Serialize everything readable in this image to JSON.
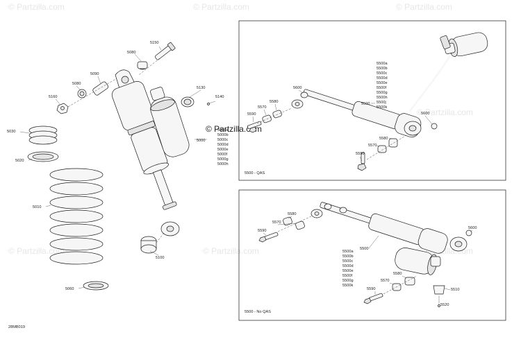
{
  "watermark": {
    "text": "© Partzilla.com",
    "center_text": "© Partzilla.com"
  },
  "diagram_code": "28MB019",
  "panels": {
    "qas": {
      "caption": "5500 - QAS"
    },
    "noqas": {
      "caption": "5500 - No QAS"
    }
  },
  "labels": {
    "p5150": "5150",
    "p5080a": "5080",
    "p5090": "5090",
    "p5080b": "5080",
    "p5160": "5160",
    "p5130": "5130",
    "p5140": "5140",
    "p5030": "5030",
    "p5020": "5020",
    "p5010": "5010",
    "p5060": "5060",
    "p5100": "5100",
    "p5000": "5000",
    "p5000_list": [
      "5000a",
      "5000b",
      "5000c",
      "5000d",
      "5000e",
      "5000f",
      "5000g",
      "5000h"
    ],
    "q5600a": "5600",
    "q5580a": "5580",
    "q5570a": "5570",
    "q5590a": "5590",
    "q5500": "5500",
    "q5500_list": [
      "5500a",
      "5500b",
      "5500c",
      "5500d",
      "5500e",
      "5500f",
      "5500g",
      "5500h",
      "5500j",
      "5500k"
    ],
    "q5600b": "5600",
    "q5580b": "5580",
    "q5570b": "5570",
    "q5590b": "5590",
    "n5580a": "5580",
    "n5570a": "5570",
    "n5590a": "5590",
    "n5600": "5600",
    "n5500": "5500",
    "n5500_list": [
      "5500a",
      "5500b",
      "5500c",
      "5500d",
      "5500e",
      "5500f",
      "5500g",
      "5500k"
    ],
    "n5580b": "5580",
    "n5570b": "5570",
    "n5590b": "5590",
    "n5510": "5510",
    "n5520": "5520"
  }
}
